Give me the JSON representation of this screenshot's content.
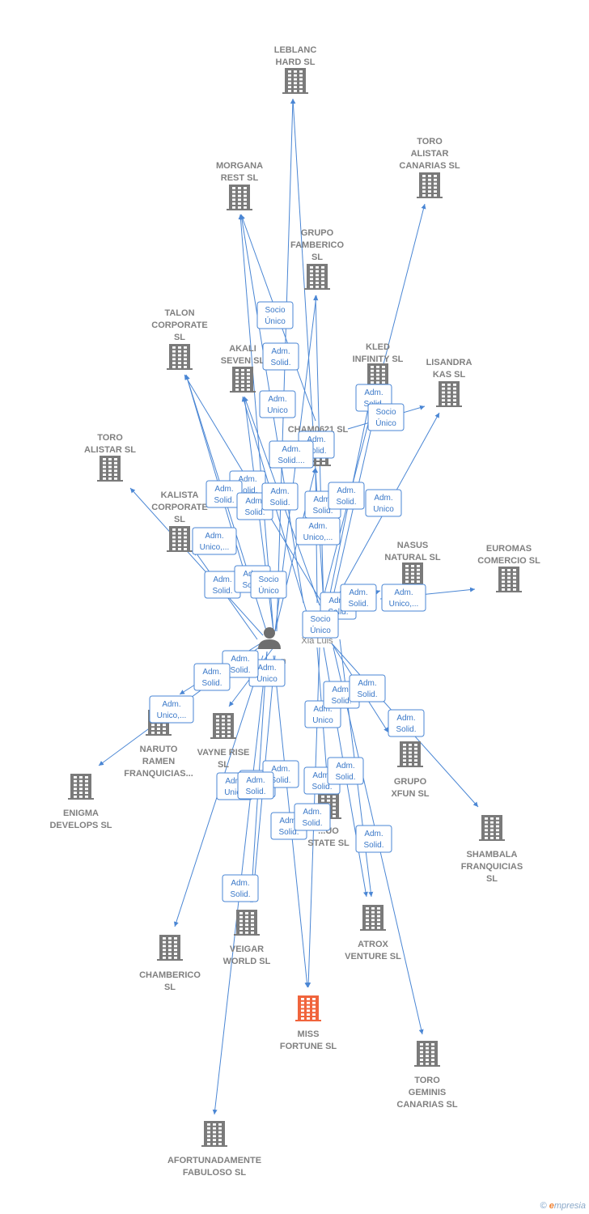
{
  "center": {
    "name_line1": "Xia Luis",
    "name_line2": "...n"
  },
  "companies": [
    {
      "id": "leblanc",
      "lines": [
        "LEBLANC",
        "HARD  SL"
      ],
      "highlight": false
    },
    {
      "id": "toro_alistar_canarias",
      "lines": [
        "TORO",
        "ALISTAR",
        "CANARIAS  SL"
      ],
      "highlight": false
    },
    {
      "id": "morgana",
      "lines": [
        "MORGANA",
        "REST  SL"
      ],
      "highlight": false
    },
    {
      "id": "grupo_famberico",
      "lines": [
        "GRUPO",
        "FAMBERICO",
        "SL"
      ],
      "highlight": false
    },
    {
      "id": "talon",
      "lines": [
        "TALON",
        "CORPORATE",
        "SL"
      ],
      "highlight": false
    },
    {
      "id": "akali",
      "lines": [
        "AKALI",
        "SEVEN  SL"
      ],
      "highlight": false
    },
    {
      "id": "kled",
      "lines": [
        "KLED",
        "INFINITY  SL"
      ],
      "highlight": false
    },
    {
      "id": "lisandra",
      "lines": [
        "LISANDRA",
        "KAS  SL"
      ],
      "highlight": false
    },
    {
      "id": "cham0621",
      "lines": [
        "CHAM0621  SL"
      ],
      "highlight": false
    },
    {
      "id": "toro_alistar",
      "lines": [
        "TORO",
        "ALISTAR  SL"
      ],
      "highlight": false
    },
    {
      "id": "kalista",
      "lines": [
        "KALISTA",
        "CORPORATE",
        "SL"
      ],
      "highlight": false
    },
    {
      "id": "nasus",
      "lines": [
        "NASUS",
        "NATURAL  SL"
      ],
      "highlight": false
    },
    {
      "id": "euromas",
      "lines": [
        "EUROMAS",
        "COMERCIO  SL"
      ],
      "highlight": false
    },
    {
      "id": "naruto",
      "lines": [
        "NARUTO",
        "RAMEN",
        "FRANQUICIAS..."
      ],
      "highlight": false
    },
    {
      "id": "vayne",
      "lines": [
        "VAYNE RISE",
        "SL"
      ],
      "highlight": false
    },
    {
      "id": "grupo_xfun",
      "lines": [
        "GRUPO",
        "XFUN  SL"
      ],
      "highlight": false
    },
    {
      "id": "enigma",
      "lines": [
        "ENIGMA",
        "DEVELOPS  SL"
      ],
      "highlight": false
    },
    {
      "id": "shambala",
      "lines": [
        "SHAMBALA",
        "FRANQUICIAS",
        "SL"
      ],
      "highlight": false
    },
    {
      "id": "uo_state",
      "lines": [
        "...UO",
        "STATE  SL"
      ],
      "highlight": false
    },
    {
      "id": "chamberico",
      "lines": [
        "CHAMBERICO",
        "SL"
      ],
      "highlight": false
    },
    {
      "id": "veigar",
      "lines": [
        "VEIGAR",
        "WORLD  SL"
      ],
      "highlight": false
    },
    {
      "id": "atrox",
      "lines": [
        "ATROX",
        "VENTURE  SL"
      ],
      "highlight": false
    },
    {
      "id": "miss_fortune",
      "lines": [
        "MISS",
        "FORTUNE  SL"
      ],
      "highlight": true
    },
    {
      "id": "toro_geminis",
      "lines": [
        "TORO",
        "GEMINIS",
        "CANARIAS  SL"
      ],
      "highlight": false
    },
    {
      "id": "afortunadamente",
      "lines": [
        "AFORTUNADAMENTE",
        "FABULOSO  SL"
      ],
      "highlight": false
    }
  ],
  "roles": [
    [
      "Socio",
      "Único"
    ],
    [
      "Adm.",
      "Solid."
    ],
    [
      "Adm.",
      "Unico"
    ],
    [
      "Adm.",
      "Solid."
    ],
    [
      "Adm.",
      "Solid...."
    ],
    [
      "Adm.",
      "Solid."
    ],
    [
      "Adm.",
      "Solid."
    ],
    [
      "Adm.",
      "Solid."
    ],
    [
      "Adm.",
      "Solid."
    ],
    [
      "Adm.",
      "Unico,..."
    ],
    [
      "Adm.",
      "Unico"
    ],
    [
      "Adm.",
      "Solid."
    ],
    [
      "Adm.",
      "Solid."
    ],
    [
      "Adm.",
      "Solid."
    ],
    [
      "Socio",
      "Único"
    ],
    [
      "Adm.",
      "Unico,..."
    ],
    [
      "Adm.",
      "Solid."
    ],
    [
      "Adm.",
      "Solid."
    ],
    [
      "Adm.",
      "Unico,..."
    ],
    [
      "Socio",
      "Único"
    ],
    [
      "Adm.",
      "Solid."
    ],
    [
      "Adm.",
      "Solid."
    ],
    [
      "Adm.",
      "Unico"
    ],
    [
      "Adm.",
      "Solid."
    ],
    [
      "Adm.",
      "Unico,..."
    ],
    [
      "Adm.",
      "Unico"
    ],
    [
      "Adm.",
      "Solid."
    ],
    [
      "Adm.",
      "Solid."
    ],
    [
      "Adm.",
      "Solid."
    ],
    [
      "Adm.",
      "Solid."
    ],
    [
      "Adm.",
      "Unico"
    ],
    [
      "Adm.",
      "Solid."
    ],
    [
      "Adm.",
      "Solid."
    ],
    [
      "Adm.",
      "Solid."
    ],
    [
      "Adm.",
      "Solid."
    ],
    [
      "Adm.",
      "Solid."
    ],
    [
      "Adm.",
      "Solid."
    ],
    [
      "Socio",
      "Único"
    ],
    [
      "Adm.",
      "Solid."
    ],
    [
      "Adm.",
      "Solid."
    ],
    [
      "Adm.",
      "Solid."
    ]
  ],
  "copyright": {
    "symbol": "©",
    "brand_e": "e",
    "brand_rest": "mpresia"
  },
  "colors": {
    "edge": "#4a86d4",
    "building": "#7a7a7a",
    "highlight": "#f0643c",
    "person": "#6e6e6e"
  }
}
